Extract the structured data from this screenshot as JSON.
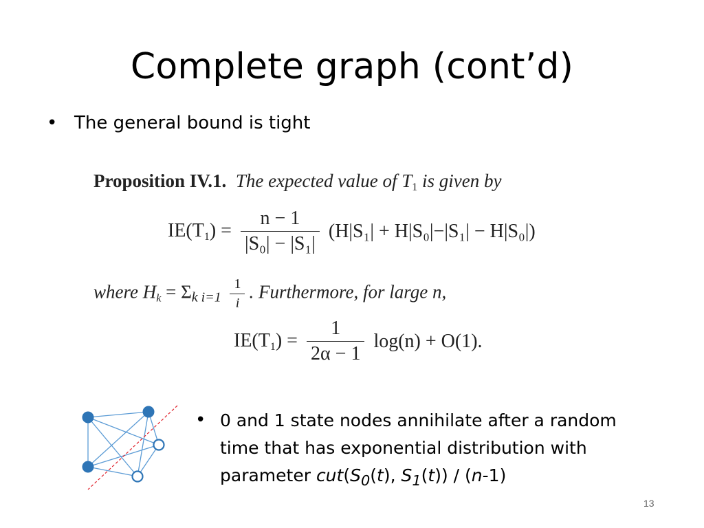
{
  "slide": {
    "title": "Complete graph (cont’d)",
    "bullet1": "The general bound is tight",
    "bullet_glyph": "•",
    "page_number": "13"
  },
  "proposition": {
    "heading": "Proposition IV.1.",
    "statement": "The expected value of T",
    "statement_sub": "1",
    "statement_tail": " is given by",
    "eq1": {
      "lhs": "IE(T",
      "lhs_sub": "1",
      "lhs_close": ") =",
      "num": "n − 1",
      "den": "|S₀| − |S₁|",
      "rhs": "(H|S₁| + H|S₀|−|S₁| − H|S₀|)"
    },
    "where_text": "where H",
    "where_sub": "k",
    "where_tail": " = Σ",
    "where_limits": "k i=1",
    "where_frac_num": "1",
    "where_frac_den": "i",
    "where_end": ". Furthermore, for large n,",
    "eq2": {
      "lhs": "IE(T",
      "lhs_sub": "1",
      "lhs_close": ") =",
      "num": "1",
      "den": "2α − 1",
      "rhs": "log(n) + O(1)."
    }
  },
  "bullet2": {
    "line1": "0 and 1 state nodes annihilate after a random",
    "line2": "time that has exponential distribution with",
    "line3_prefix": "parameter ",
    "cut": "cut",
    "open1": "(",
    "s": "S",
    "sub0": "0",
    "t_open": "(",
    "t": "t",
    "t_close": "), ",
    "s2": "S",
    "sub1": "1",
    "t_open2": "(",
    "t2": "t",
    "close_all": ")) / (",
    "n": "n",
    "minus_one": "-1)"
  },
  "graph_colors": {
    "filled_node": "#2e75b6",
    "edge": "#5b9bd5",
    "cut_line": "#e0202a"
  }
}
